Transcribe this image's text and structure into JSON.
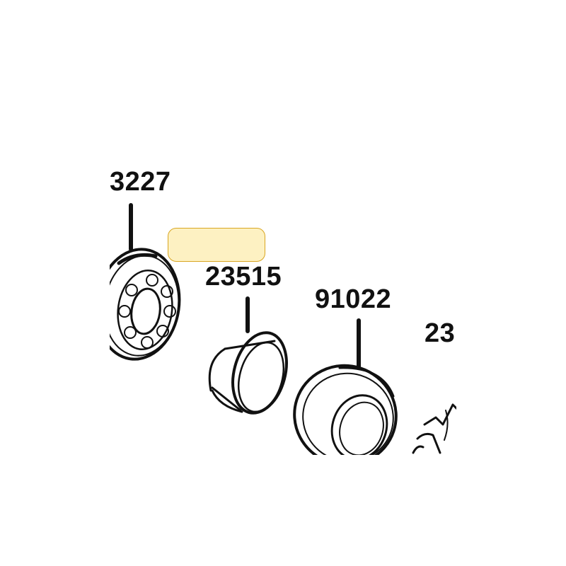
{
  "diagram": {
    "part_numbers": {
      "bearing": "3227",
      "collar": "23515",
      "oil_seal": "91022",
      "gear_part": "23"
    },
    "colors": {
      "line": "#111111",
      "highlight_fill": "#fdf1c2",
      "highlight_border": "#d9a520",
      "background": "#ffffff"
    }
  }
}
